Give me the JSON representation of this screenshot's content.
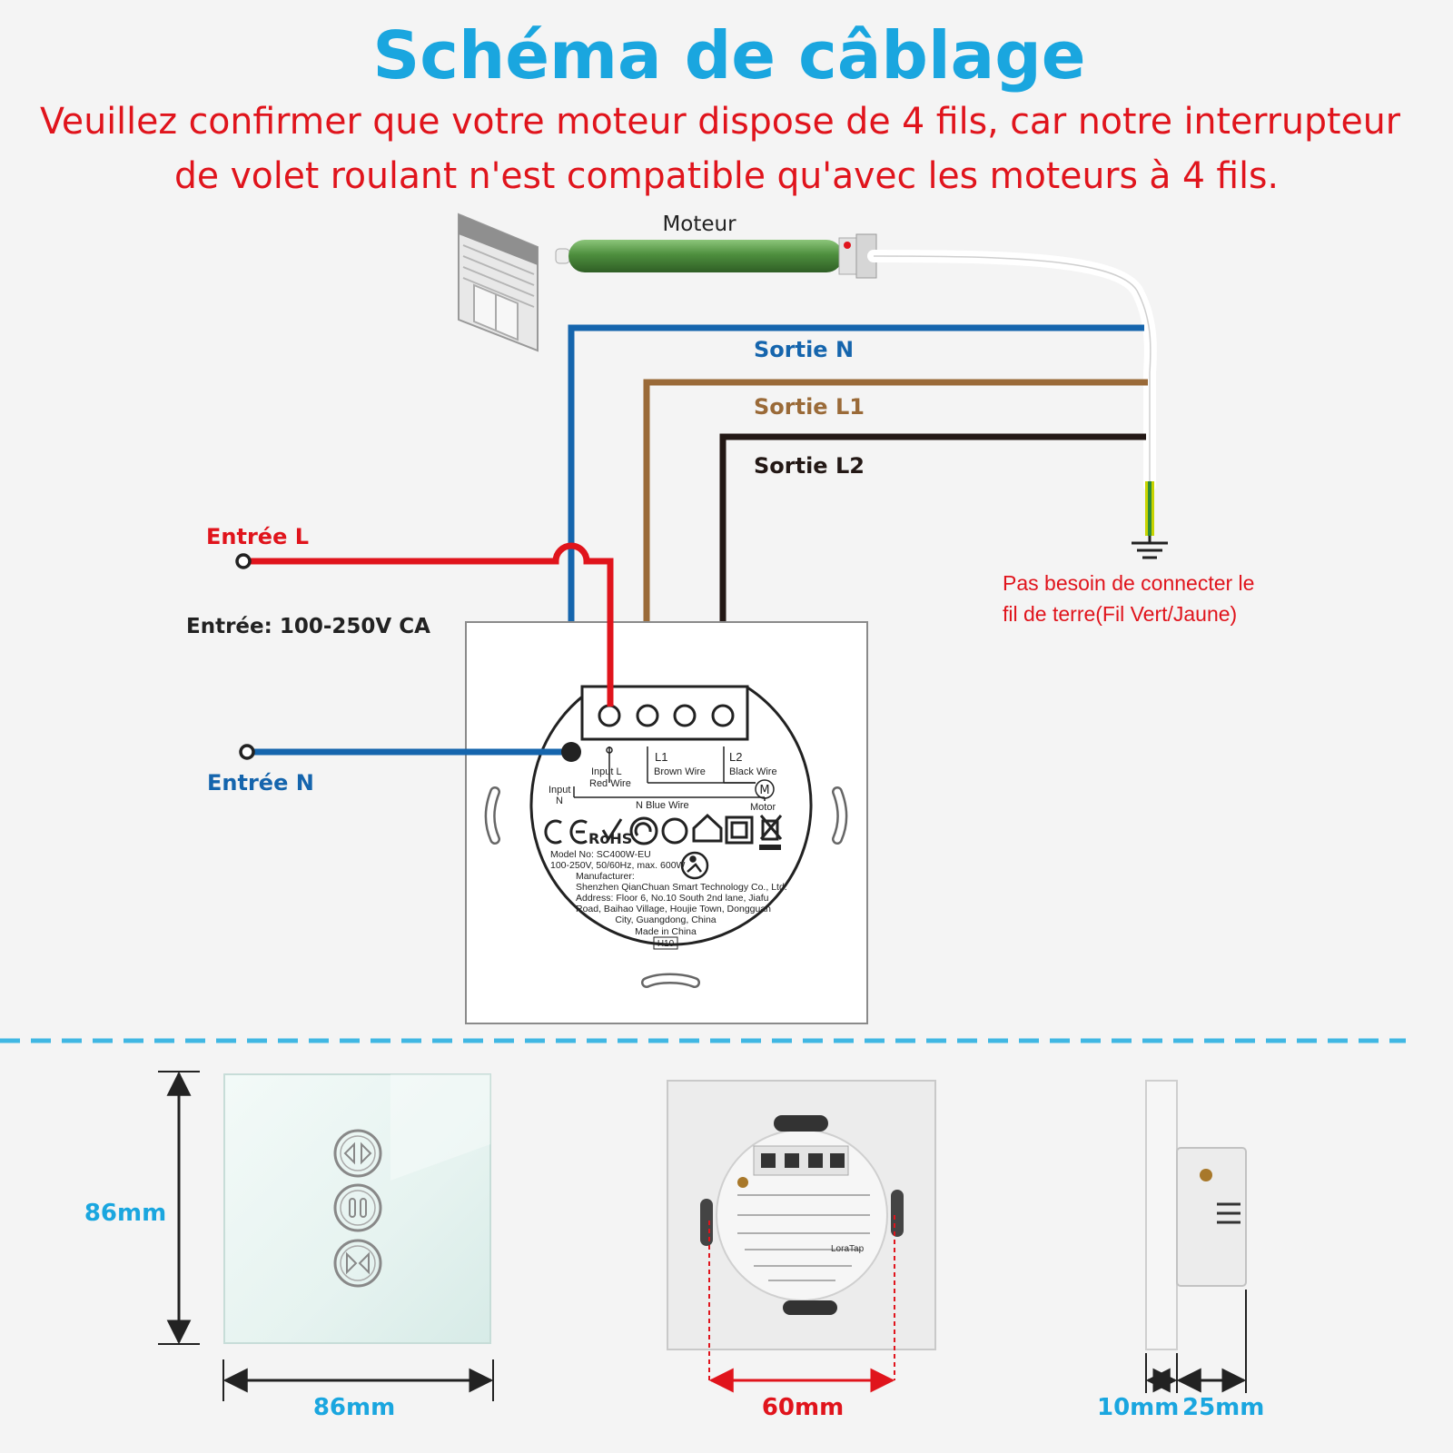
{
  "header": {
    "title": "Schéma de câblage",
    "warning_line1": "Veuillez confirmer que votre moteur dispose de 4 fils, car notre interrupteur",
    "warning_line2": "de volet roulant n'est compatible qu'avec les moteurs à 4 fils."
  },
  "colors": {
    "title": "#1aa6df",
    "warning": "#e0141c",
    "neutral_wire": "#1565ad",
    "live_wire": "#e0141c",
    "l1_wire": "#9a6a38",
    "l2_wire": "#231815",
    "motor_body": "#4e8f3e",
    "dimension_blue": "#1aa6df",
    "dimension_red": "#e0141c"
  },
  "wiring": {
    "motor_label": "Moteur",
    "outputs": {
      "n": "Sortie N",
      "l1": "Sortie L1",
      "l2": "Sortie L2"
    },
    "inputs": {
      "l": "Entrée L",
      "n": "Entrée N",
      "voltage": "Entrée: 100-250V CA"
    },
    "ground_note_line1": "Pas besoin de connecter le",
    "ground_note_line2": "fil de terre(Fil Vert/Jaune)"
  },
  "switch_back": {
    "l1": "L1",
    "l2": "L2",
    "input_l": "Input L",
    "red_wire": "Red Wire",
    "brown_wire": "Brown Wire",
    "black_wire": "Black Wire",
    "input_n_1": "Input",
    "input_n_2": "N",
    "blue_wire": "N  Blue Wire",
    "motor": "Motor",
    "rohs": "RoHS",
    "label_lines": [
      "Model No: SC400W-EU",
      "100-250V, 50/60Hz, max. 600W",
      "Manufacturer:",
      "Shenzhen QianChuan Smart Technology Co., Ltd.",
      "Address: Floor 6, No.10 South 2nd lane, Jiafu",
      "Road, Baihao Village, Houjie Town, Dongguan",
      "City, Guangdong, China",
      "Made in China"
    ],
    "code": "H10"
  },
  "photo_back": {
    "brand": "LoraTap"
  },
  "dimensions": {
    "front_height": "86mm",
    "front_width": "86mm",
    "back_width": "60mm",
    "glass_depth": "10mm",
    "body_depth": "25mm"
  }
}
